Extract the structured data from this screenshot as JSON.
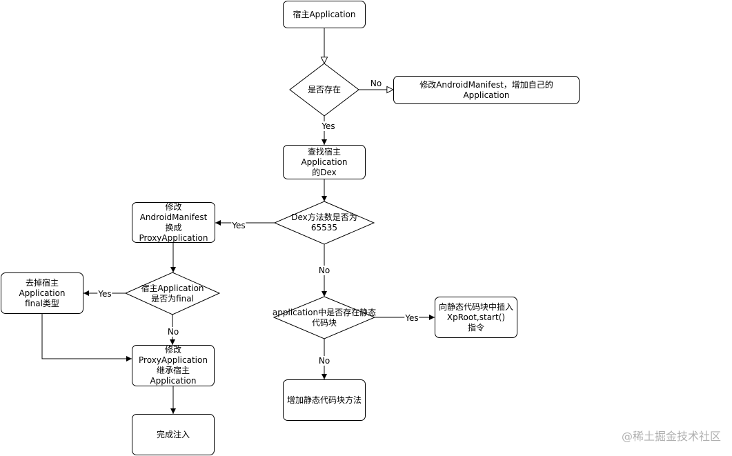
{
  "nodes": {
    "host_app": "宿主Application",
    "exists": "是否存在",
    "modify_manifest_add": "修改AndroidManifest，增加自己的Application",
    "find_dex": "查找宿主Application\n的Dex",
    "dex_methods": "Dex方法数是否为\n65535",
    "modify_manifest_proxy": "修改AndroidManifest\n换成ProxyApplication",
    "is_final": "宿主Application\n是否为final",
    "remove_final": "去掉宿主Application\nfinal类型",
    "modify_proxy": "修改ProxyApplication\n继承宿主Application",
    "done": "完成注入",
    "has_static": "application中是否存在静态\n代码块",
    "insert_code": "向静态代码块中插入\nXpRoot,start()\n指令",
    "add_static": "增加静态代码块方法"
  },
  "edge_labels": {
    "no_exists": "No",
    "yes_exists": "Yes",
    "yes_dex": "Yes",
    "no_dex": "No",
    "yes_final": "Yes",
    "no_final": "No",
    "yes_static": "Yes",
    "no_static": "No"
  },
  "watermark": "@稀土掘金技术社区"
}
